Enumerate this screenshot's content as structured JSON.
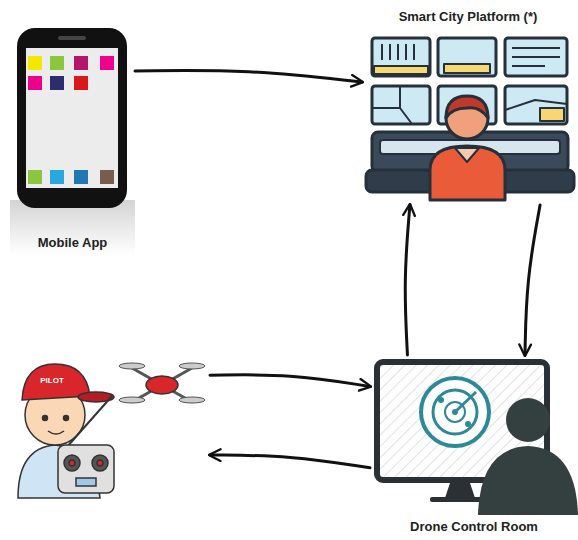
{
  "diagram": {
    "nodes": [
      {
        "text": [
          "Mobile App"
        ]
      },
      {
        "text": [
          "Smart City Platform (*)"
        ]
      },
      {
        "text": [
          "PILOT"
        ]
      },
      {
        "text": [
          "Drone Control Room"
        ]
      }
    ],
    "edges": [
      {
        "from": 0,
        "to": 1,
        "arrow": "to"
      },
      {
        "from": 1,
        "to": 3,
        "arrow": "to"
      },
      {
        "from": 3,
        "to": 1,
        "arrow": "to"
      },
      {
        "from": 2,
        "to": 3,
        "arrow": "to"
      },
      {
        "from": 3,
        "to": 2,
        "arrow": "to"
      }
    ]
  }
}
